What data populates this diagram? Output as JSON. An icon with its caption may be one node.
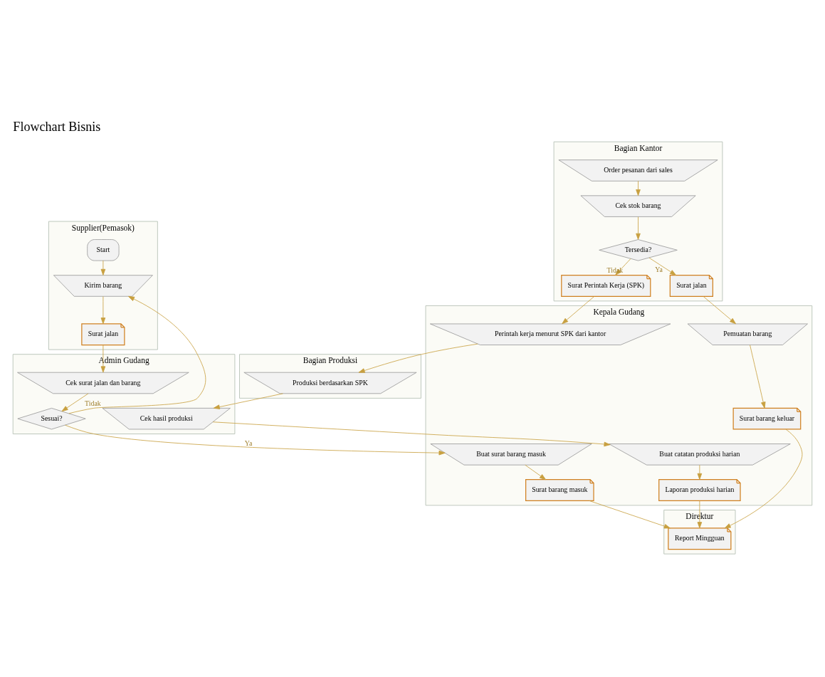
{
  "diagram": {
    "title": "Flowchart Bisnis",
    "nodes": [
      {
        "text": [
          "Supplier(Pemasok)"
        ]
      },
      {
        "text": [
          "Bagian Kantor"
        ]
      },
      {
        "text": [
          "Admin Gudang"
        ]
      },
      {
        "text": [
          "Kepala Gudang"
        ]
      },
      {
        "text": [
          "Bagian Produksi"
        ]
      },
      {
        "text": [
          "Direktur"
        ]
      },
      {
        "text": [
          "Start"
        ],
        "in": 0
      },
      {
        "text": [
          "Kirim barang"
        ],
        "in": 0
      },
      {
        "text": [
          "Surat jalan"
        ],
        "in": 0
      },
      {
        "text": [
          "Cek surat jalan dan barang"
        ],
        "in": 2
      },
      {
        "text": [
          "Sesuai?"
        ],
        "in": 2
      },
      {
        "text": [
          "Buat surat barang masuk"
        ],
        "in": 3
      },
      {
        "text": [
          "Surat barang masuk"
        ],
        "in": 3
      },
      {
        "text": [
          "Order pesanan dari sales"
        ],
        "in": 1
      },
      {
        "text": [
          "Cek stok barang"
        ],
        "in": 1
      },
      {
        "text": [
          "Tersedia?"
        ],
        "in": 1
      },
      {
        "text": [
          "Surat Perintah Kerja (SPK)"
        ],
        "in": 1
      },
      {
        "text": [
          "Surat jalan"
        ],
        "in": 1
      },
      {
        "text": [
          "Perintah kerja menurut SPK dari kantor"
        ],
        "in": 3
      },
      {
        "text": [
          "Produksi berdasarkan SPK"
        ],
        "in": 4
      },
      {
        "text": [
          "Cek hasil produksi"
        ],
        "in": 2
      },
      {
        "text": [
          "Buat catatan produksi harian"
        ],
        "in": 3
      },
      {
        "text": [
          "Laporan produksi harian"
        ],
        "in": 3
      },
      {
        "text": [
          "Pemuatan barang"
        ],
        "in": 3
      },
      {
        "text": [
          "Surat barang keluar"
        ],
        "in": 3
      },
      {
        "text": [
          "Report Mingguan"
        ],
        "in": 5
      }
    ],
    "edges": [
      {
        "from": 6,
        "to": 7,
        "arrow": "to"
      },
      {
        "from": 7,
        "to": 8,
        "arrow": "to"
      },
      {
        "from": 8,
        "to": 9,
        "arrow": "to"
      },
      {
        "from": 9,
        "to": 10,
        "arrow": "to"
      },
      {
        "from": 10,
        "to": 11,
        "arrow": "to",
        "label": "Ya"
      },
      {
        "from": 10,
        "to": 7,
        "arrow": "to",
        "label": "Tidak"
      },
      {
        "from": 11,
        "to": 12,
        "arrow": "to"
      },
      {
        "from": 12,
        "to": 25,
        "arrow": "to"
      },
      {
        "from": 13,
        "to": 14,
        "arrow": "to"
      },
      {
        "from": 14,
        "to": 15,
        "arrow": "to"
      },
      {
        "from": 15,
        "to": 16,
        "arrow": "to",
        "label": "Tidak"
      },
      {
        "from": 15,
        "to": 17,
        "arrow": "to",
        "label": "Ya"
      },
      {
        "from": 16,
        "to": 18,
        "arrow": "to"
      },
      {
        "from": 18,
        "to": 19,
        "arrow": "to"
      },
      {
        "from": 19,
        "to": 20,
        "arrow": "to"
      },
      {
        "from": 20,
        "to": 21,
        "arrow": "to"
      },
      {
        "from": 21,
        "to": 22,
        "arrow": "to"
      },
      {
        "from": 22,
        "to": 25,
        "arrow": "to"
      },
      {
        "from": 17,
        "to": 23,
        "arrow": "to"
      },
      {
        "from": 23,
        "to": 24,
        "arrow": "to"
      },
      {
        "from": 24,
        "to": 25,
        "arrow": "to"
      }
    ]
  }
}
